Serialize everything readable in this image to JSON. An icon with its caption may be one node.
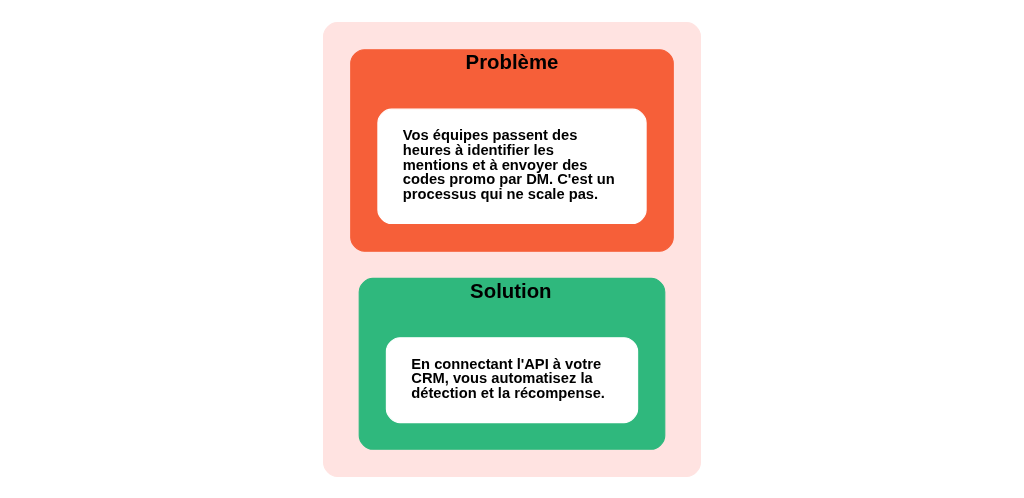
{
  "diagram": {
    "nodes": [
      {
        "text": [],
        "shape": "box"
      },
      {
        "text": [
          "Problème"
        ],
        "in": 0
      },
      {
        "text": [
          "Vos équipes passent des heures à identifier les mentions et à envoyer des codes promo par DM. C'est un processus qui ne scale pas."
        ],
        "in": 1
      },
      {
        "text": [
          "Solution"
        ],
        "in": 0
      },
      {
        "text": [
          "En connectant l'API à votre CRM, vous automatisez la détection et la récompense."
        ],
        "in": 3
      }
    ],
    "edges": []
  }
}
